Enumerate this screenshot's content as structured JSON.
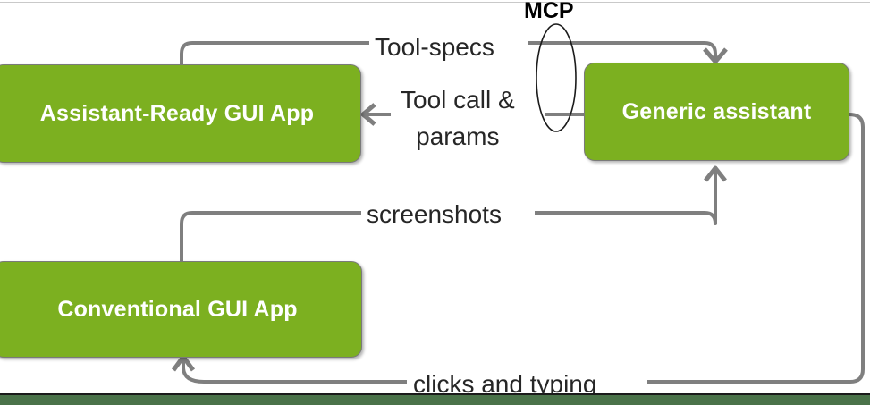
{
  "diagram": {
    "title": "Assistant-Ready GUI App vs Conventional GUI App interaction loops",
    "background_color": "#ffffff",
    "node_fill_color": "#7CB020",
    "node_text_color": "#ffffff",
    "wire_color": "#7f7f7f",
    "label_text_color": "#262626",
    "bottom_bar_color": "#4a7249",
    "nodes": [
      {
        "id": "assistant-ready",
        "label": "Assistant-Ready GUI App"
      },
      {
        "id": "generic-assistant",
        "label": "Generic assistant"
      },
      {
        "id": "conventional",
        "label": "Conventional GUI App"
      }
    ],
    "protocol_annotation": {
      "label": "MCP",
      "shape": "ellipse"
    },
    "edges": [
      {
        "id": "tool-specs",
        "label": "Tool-specs",
        "from": "assistant-ready",
        "to": "generic-assistant",
        "arrowhead": "down-into-generic-assistant"
      },
      {
        "id": "tool-call-and-params",
        "label_line1": "Tool call &",
        "label_line2": "params",
        "from": "generic-assistant",
        "to": "assistant-ready",
        "arrowhead": "left-into-assistant-ready"
      },
      {
        "id": "screenshots",
        "label": "screenshots",
        "from": "conventional",
        "to": "generic-assistant",
        "arrowhead": "up-into-generic-assistant"
      },
      {
        "id": "clicks-and-typing",
        "label": "clicks and typing",
        "from": "generic-assistant",
        "to": "conventional",
        "arrowhead": "up-into-conventional"
      }
    ]
  }
}
